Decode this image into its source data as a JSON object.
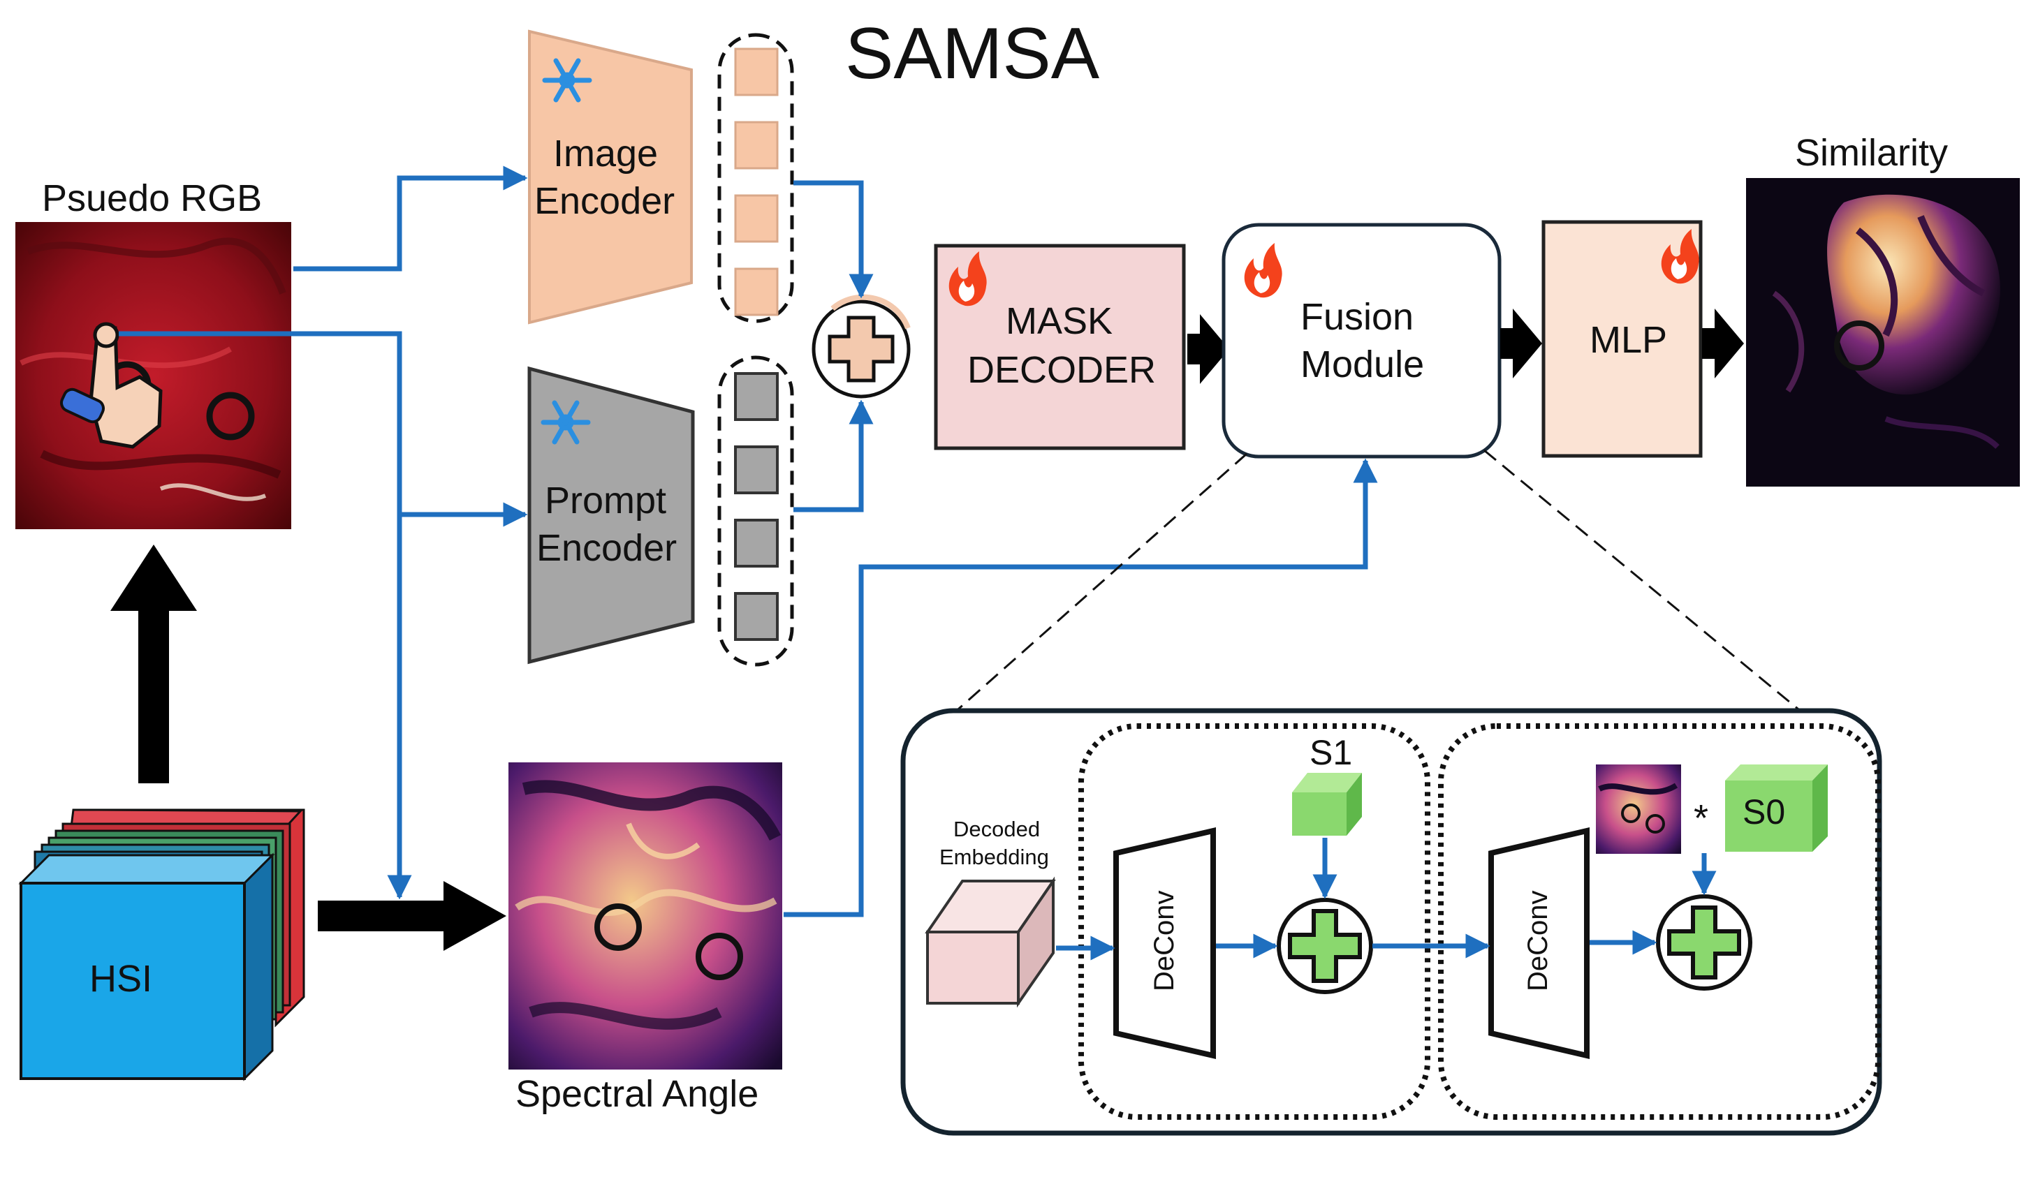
{
  "title": "SAMSA",
  "inputs": {
    "pseudo_rgb_label": "Psuedo RGB",
    "hsi_label": "HSI",
    "spectral_angle_label": "Spectral Angle"
  },
  "encoders": {
    "image_encoder": [
      "Image",
      "Encoder"
    ],
    "prompt_encoder": [
      "Prompt",
      "Encoder"
    ],
    "frozen_icon": "snowflake-icon"
  },
  "decoder": {
    "mask_decoder": [
      "MASK",
      "DECODER"
    ],
    "fusion_module": [
      "Fusion",
      "Module"
    ],
    "mlp": "MLP",
    "trainable_icon": "flame-icon"
  },
  "output": {
    "similarity_label": "Similarity"
  },
  "fusion_detail": {
    "decoded_embedding": [
      "Decoded",
      "Embedding"
    ],
    "deconv_label": "DeConv",
    "s1_label": "S1",
    "s0_label": "S0",
    "multiply_symbol": "*"
  },
  "colors": {
    "arrow_blue": "#1f6fbf",
    "image_encoder": "#f7c6a6",
    "prompt_encoder": "#a6a6a6",
    "mask_decoder": "#f4d5d6",
    "mlp": "#fbe3d4",
    "hsi_cube": "#1aa6e8",
    "scale_cube": "#8ad86e",
    "tissue_red": "#a3141f",
    "heatmap_dark": "#1a0a2e",
    "heatmap_light": "#f7d6a0"
  }
}
